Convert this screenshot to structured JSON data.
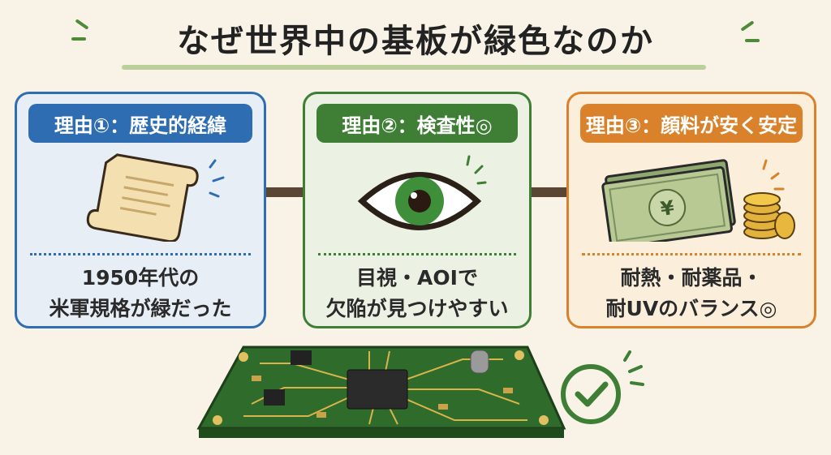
{
  "title": "なぜ世界中の基板が緑色なのか",
  "colors": {
    "blue": "#2f6db3",
    "green": "#3f7f35",
    "orange": "#d9822b",
    "background": "#f8f3e6"
  },
  "cards": [
    {
      "header": "理由①：歴史的経緯",
      "line1": "1950年代の",
      "line2": "米軍規格が緑だった",
      "icon": "scroll-icon"
    },
    {
      "header": "理由②：検査性◎",
      "line1": "目視・AOIで",
      "line2": "欠陥が見つけやすい",
      "icon": "eye-icon"
    },
    {
      "header": "理由③：顔料が安く安定",
      "line1": "耐熱・耐薬品・",
      "line2": "耐UVのバランス◎",
      "icon": "money-icon"
    }
  ],
  "bill_symbol": "¥"
}
